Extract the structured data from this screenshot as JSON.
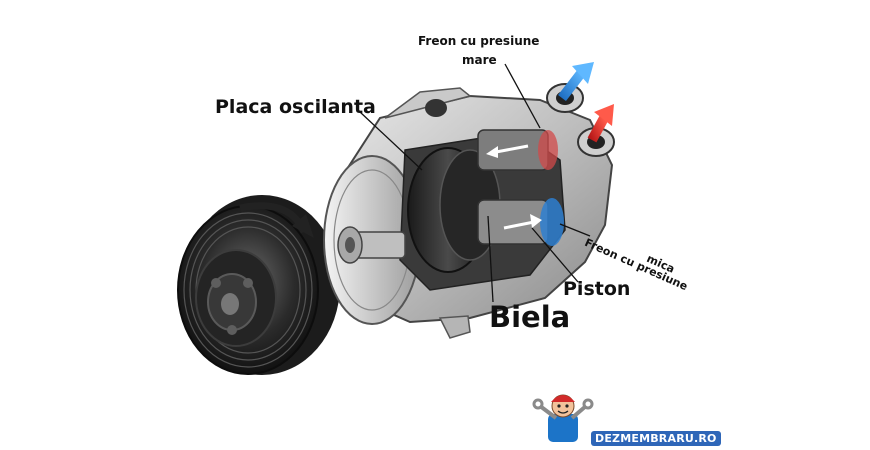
{
  "labels": {
    "placa": "Placa oscilanta",
    "freon_mare_line1": "Freon cu presiune",
    "freon_mare_line2": "mare",
    "freon_mica_line1": "Freon cu presiune",
    "freon_mica_line2": "mica",
    "piston": "Piston",
    "biela": "Biela"
  },
  "logo": {
    "text": "DEZMEMBRARU.RO"
  },
  "colors": {
    "arrow_blue": "#2a8ee0",
    "arrow_red": "#e03030",
    "accent_blue": "#1c74c8",
    "metal_dark": "#2a2a2a",
    "metal_light": "#d8d8d8"
  },
  "icons": [
    "blue-arrow-icon",
    "red-arrow-icon",
    "mechanic-mascot-icon",
    "wrench-icon",
    "rotation-arrow-icon"
  ]
}
